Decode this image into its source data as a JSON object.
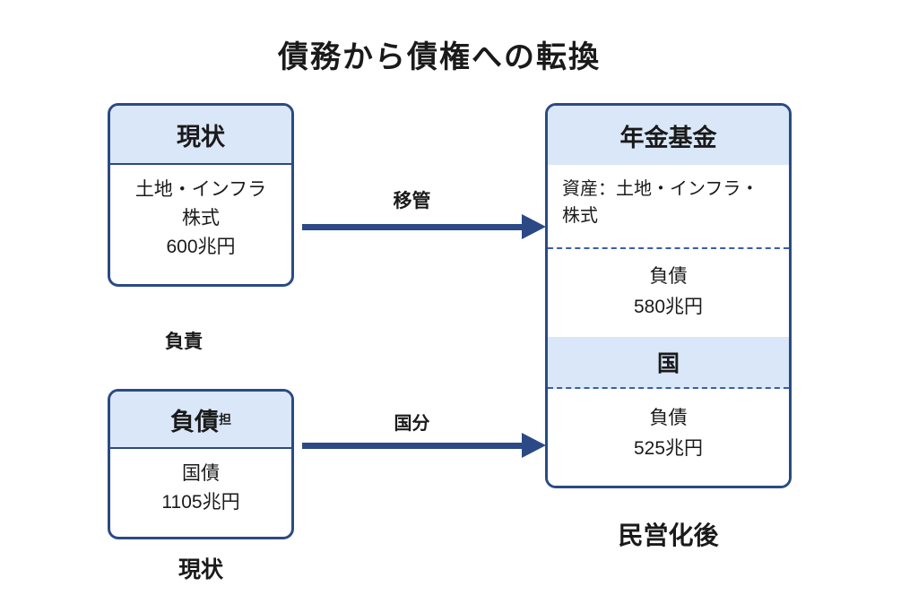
{
  "title": "債務から債権への転換",
  "colors": {
    "border": "#2b4a85",
    "fill_light": "#d9e7f8",
    "arrow": "#2b4a85",
    "dash": "#3a5ea8"
  },
  "left_top_box": {
    "header": "現状",
    "lines": [
      "土地・インフラ",
      "株式",
      "600兆円"
    ]
  },
  "middle_label": "負責",
  "left_bottom_box": {
    "header": "負債",
    "header_suffix": "担",
    "lines": [
      "国債",
      "1105兆円"
    ],
    "caption": "現状"
  },
  "arrows": {
    "top_label": "移管",
    "bottom_label": "国分"
  },
  "right_box": {
    "header": "年金基金",
    "assets_line1": "資産：土地・インフラ・",
    "assets_line2": "株式",
    "liability1_label": "負債",
    "liability1_value": "580兆円",
    "state_label": "国",
    "liability2_label": "負債",
    "liability2_value": "525兆円",
    "caption": "民営化後"
  }
}
